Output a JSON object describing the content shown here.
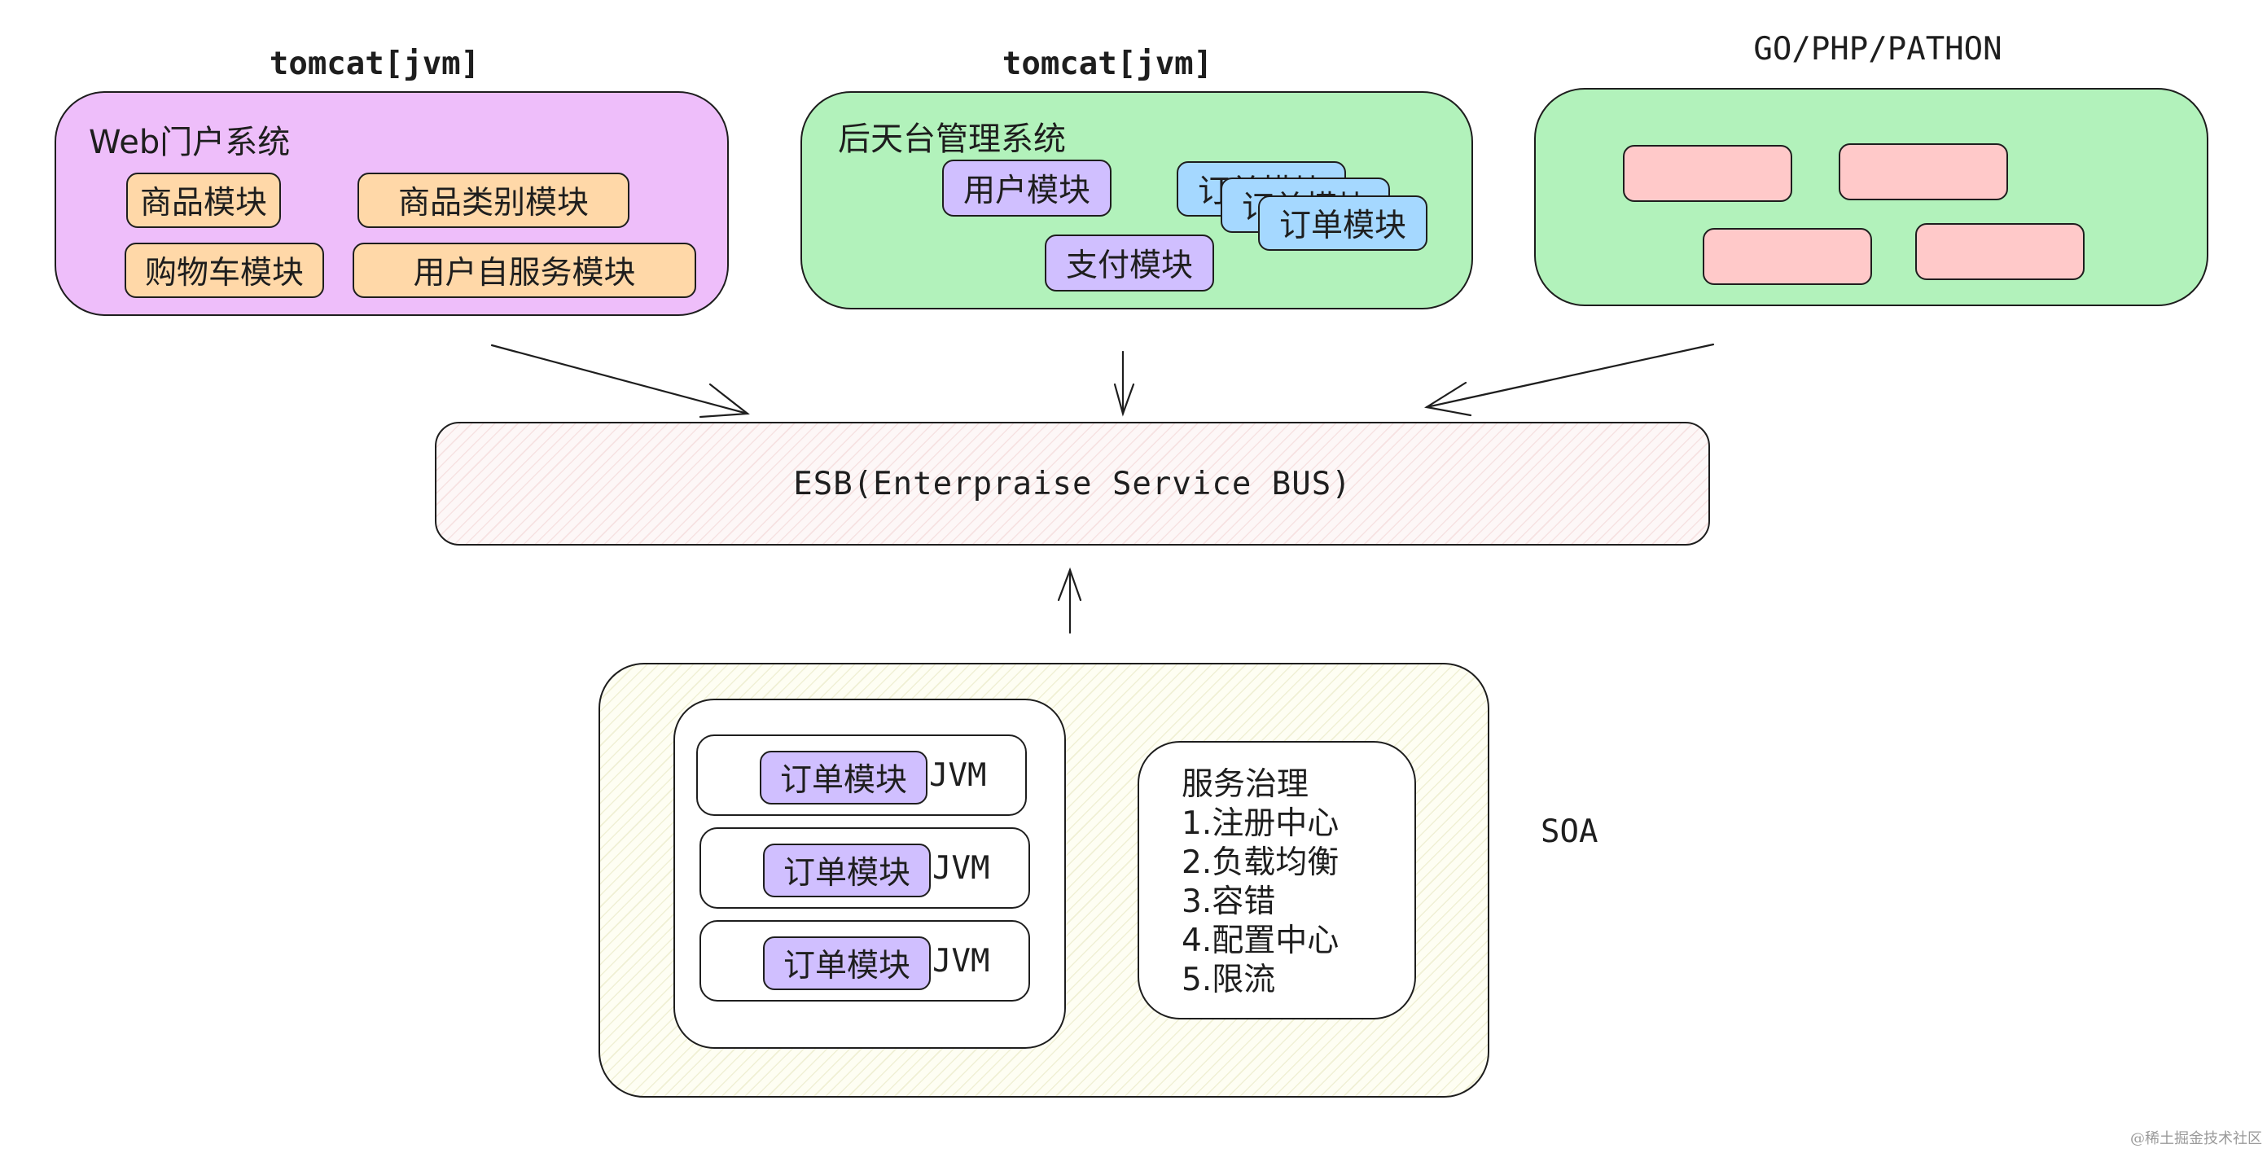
{
  "web": {
    "header": "tomcat[jvm]",
    "system": "Web门户系统",
    "modules": [
      "商品模块",
      "商品类别模块",
      "购物车模块",
      "用户自服务模块"
    ]
  },
  "admin": {
    "header": "tomcat[jvm]",
    "system": "后天台管理系统",
    "modules": [
      "用户模块",
      "订单模块",
      "订单模块",
      "订单模块",
      "支付模块"
    ]
  },
  "other": {
    "header": "GO/PHP/PATHON"
  },
  "esb": {
    "label": "ESB(Enterpraise Service BUS)"
  },
  "soa": {
    "label": "SOA",
    "instances": [
      {
        "module": "订单模块",
        "runtime": "JVM"
      },
      {
        "module": "订单模块",
        "runtime": "JVM"
      },
      {
        "module": "订单模块",
        "runtime": "JVM"
      }
    ],
    "governance": {
      "title": "服务治理",
      "items": [
        "1.注册中心",
        "2.负载均衡",
        "3.容错",
        "4.配置中心",
        "5.限流"
      ]
    }
  },
  "watermark": "@稀土掘金技术社区",
  "colors": {
    "web_bg": "#eebefa",
    "green_bg": "#b2f2bb",
    "orange_module": "#ffd8a8",
    "purple_module": "#d0bfff",
    "blue_module": "#a5d8ff",
    "pink_module": "#ffc9c9"
  }
}
